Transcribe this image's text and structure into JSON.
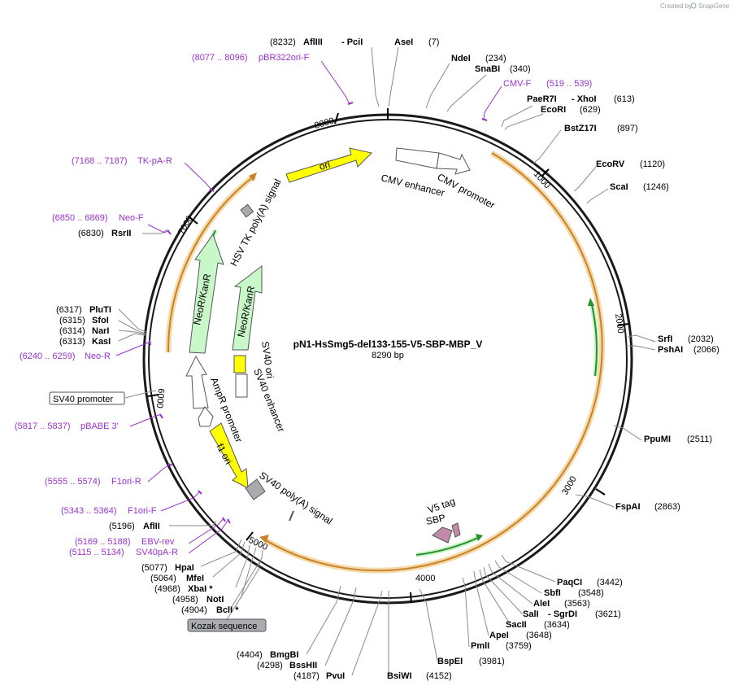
{
  "watermark": {
    "created_by": "Created by",
    "brand": "SnapGene"
  },
  "map": {
    "name": "pN1-HsSmg5-del133-155-V5-SBP-MBP_V",
    "length": "8290 bp",
    "ticks": [
      "1000",
      "2000",
      "3000",
      "4000",
      "5000",
      "6000",
      "7000",
      "8000"
    ]
  },
  "sites": {
    "afliii_pos": "(8232)",
    "afliii": "AflIII",
    "pcii": "- PciI",
    "asei": "AseI",
    "asei_pos": "(7)",
    "ndei": "NdeI",
    "ndei_pos": "(234)",
    "snabi": "SnaBI",
    "snabi_pos": "(340)",
    "cmvf_pos": "(519 .. 539)",
    "paer7i": "PaeR7I",
    "xhoi": "- XhoI",
    "paer7i_pos": "(613)",
    "ecori": "EcoRI",
    "ecori_pos": "(629)",
    "bstz17i": "BstZ17I",
    "bstz17i_pos": "(897)",
    "ecorv": "EcoRV",
    "ecorv_pos": "(1120)",
    "scai": "ScaI",
    "scai_pos": "(1246)",
    "srfi": "SrfI",
    "srfi_pos": "(2032)",
    "pshai": "PshAI",
    "pshai_pos": "(2066)",
    "ppumi": "PpuMI",
    "ppumi_pos": "(2511)",
    "fspai": "FspAI",
    "fspai_pos": "(2863)",
    "paqci": "PaqCI",
    "paqci_pos": "(3442)",
    "sbfi": "SbfI",
    "sbfi_pos": "(3548)",
    "alei": "AleI",
    "alei_pos": "(3563)",
    "sali": "SalI",
    "sgrdi": "- SgrDI",
    "sali_pos": "(3621)",
    "sacii": "SacII",
    "sacii_pos": "(3634)",
    "apei": "ApeI",
    "apei_pos": "(3648)",
    "pmli": "PmlI",
    "pmli_pos": "(3759)",
    "bspei": "BspEI",
    "bspei_pos": "(3981)",
    "bsiwi": "BsiWI",
    "bsiwi_pos": "(4152)",
    "pvui": "PvuI",
    "pvui_pos": "(4187)",
    "bsshii": "BssHII",
    "bsshii_pos": "(4298)",
    "bmgbi": "BmgBI",
    "bmgbi_pos": "(4404)",
    "bcli": "BclI *",
    "bcli_pos": "(4904)",
    "noti": "NotI",
    "noti_pos": "(4958)",
    "xbai": "XbaI *",
    "xbai_pos": "(4968)",
    "mfei": "MfeI",
    "mfei_pos": "(5064)",
    "hpai": "HpaI",
    "hpai_pos": "(5077)",
    "sv40pa_pos": "(5115 .. 5134)",
    "ebv_pos": "(5169 .. 5188)",
    "aflii": "AflII",
    "aflii_pos": "(5196)",
    "f1orif_pos": "(5343 .. 5364)",
    "f1orir_pos": "(5555 .. 5574)",
    "pbabe_pos": "(5817 .. 5837)",
    "neor_pos": "(6240 .. 6259)",
    "kasi_pos": "(6313)",
    "kasi": "KasI",
    "nari_pos": "(6314)",
    "nari": "NarI",
    "sfoi_pos": "(6315)",
    "sfoi": "SfoI",
    "pluti_pos": "(6317)",
    "pluti": "PluTI",
    "rsrii_pos": "(6830)",
    "rsrii": "RsrII",
    "neof_pos": "(6850 .. 6869)",
    "tkpar_pos": "(7168 .. 7187)",
    "pbr_pos": "(8077 .. 8096)"
  },
  "primers": {
    "cmvf": "CMV-F",
    "sv40par": "SV40pA-R",
    "ebvrev": "EBV-rev",
    "f1orif": "F1ori-F",
    "f1orir": "F1ori-R",
    "pbabe": "pBABE 3'",
    "neor": "Neo-R",
    "neof": "Neo-F",
    "tkpar": "TK-pA-R",
    "pbr": "pBR322ori-F"
  },
  "features": {
    "ori": "ori",
    "cmv_enhancer": "CMV enhancer",
    "cmv_promoter": "CMV promoter",
    "hsv_tk": "HSV TK poly(A) signal",
    "neokanr1": "NeoR/KanR",
    "neokanr2": "NeoR/KanR",
    "sv40_ori": "SV40 ori",
    "sv40_enhancer": "SV40 enhancer",
    "ampr_promoter": "AmpR promoter",
    "f1_ori": "f1 ori",
    "sv40_polya": "SV40 poly(A) signal",
    "v5_tag": "V5 tag",
    "sbp": "SBP",
    "sv40_promoter_box": "SV40 promoter",
    "kozak_box": "Kozak sequence"
  },
  "colors": {
    "backbone": "#1a1a1a",
    "orf_halo": "#f5d9a8",
    "orf": "#c8832a",
    "yellow": "#ffff00",
    "green_arrow": "#c8f7c8",
    "primer": "#9a32cd",
    "mauve": "#c48ba8",
    "gray_box": "#a9abae"
  }
}
